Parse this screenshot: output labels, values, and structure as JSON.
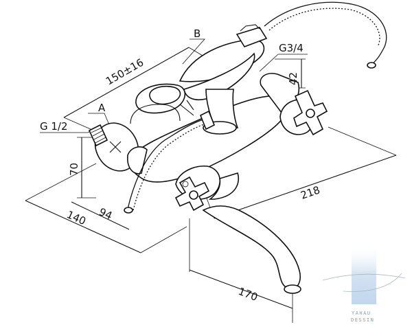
{
  "dimensions": {
    "length_218": "218",
    "length_170": "170",
    "length_150": "150±16",
    "length_140": "140",
    "length_94": "94",
    "height_70": "70",
    "height_42": "42"
  },
  "callouts": {
    "a": "A",
    "b": "B",
    "inlet_thread": "G 1/2",
    "outlet_thread": "G3/4"
  },
  "watermark": {
    "line1": "YAHAU",
    "line2": "DESSIN"
  },
  "colors": {
    "ink": "#111111",
    "watermark_band": "#cfe0f0",
    "watermark_text": "#8c9aa8"
  }
}
